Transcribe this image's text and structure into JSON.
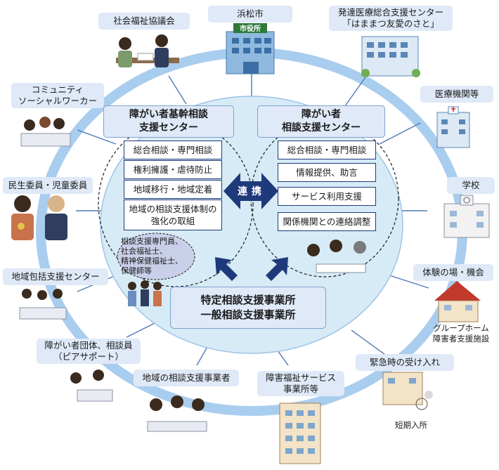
{
  "outer_labels": {
    "shakai_fukushi": "社会福祉協議会",
    "hamamatsu_city": "浜松市",
    "city_office_sign": "市役所",
    "hattatsu_line1": "発達医療総合支援センター",
    "hattatsu_line2": "「はままつ友愛のさと」",
    "medical": "医療機関等",
    "community_line1": "コミュニティ",
    "community_line2": "ソーシャルワーカー",
    "minsei": "民生委員・児童委員",
    "school": "学校",
    "chiiki_houkatsu": "地域包括支援センター",
    "taiken": "体験の場・機会",
    "group_home_line1": "グループホーム",
    "group_home_line2": "障害者支援施設",
    "peer_line1": "障がい者団体、相談員",
    "peer_line2": "（ピアサポート）",
    "emergency": "緊急時の受け入れ",
    "short_stay": "短期入所",
    "chiiki_soudan": "地域の相談支援事業者",
    "service_line1": "障害福祉サービス",
    "service_line2": "事業所等"
  },
  "left_center": {
    "title_line1": "障がい者基幹相談",
    "title_line2": "支援センター",
    "items": [
      "総合相談・専門相談",
      "権利擁護・虐待防止",
      "地域移行・地域定着",
      "地域の相談支援体制の",
      "強化の取組"
    ],
    "staff_lines": [
      "相談支援専門員、",
      "社会福祉士、",
      "精神保健福祉士、",
      "保健師等"
    ]
  },
  "right_center": {
    "title_line1": "障がい者",
    "title_line2": "相談支援センター",
    "items": [
      "総合相談・専門相談",
      "情報提供、助言",
      "サービス利用支援",
      "関係機関との連絡調整"
    ]
  },
  "renkei": "連携",
  "bottom_center": {
    "line1": "特定相談支援事業所",
    "line2": "一般相談支援事業所"
  },
  "colors": {
    "ring": "#a9cdee",
    "ellipse_fill": "#d6ebf6",
    "box_border": "#1f3a7a",
    "arrow": "#1f3a7a",
    "label_bg": "#dfe9f7"
  }
}
